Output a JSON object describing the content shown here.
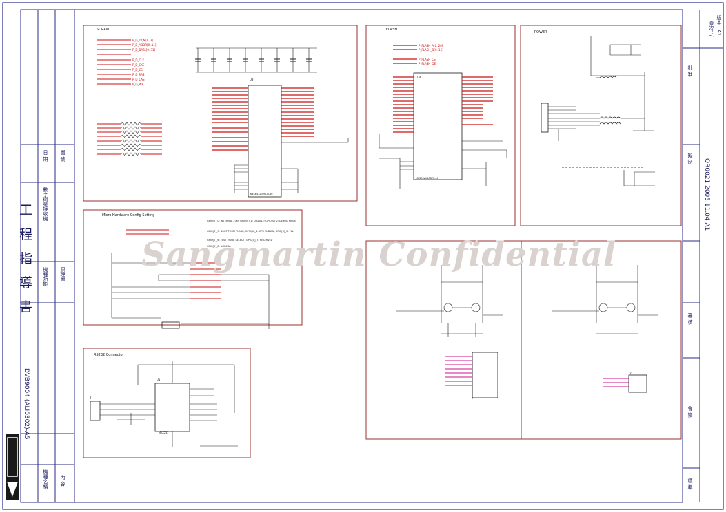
{
  "company": "Sangmartin",
  "watermark": "Sangmartin Confidential",
  "title_block": {
    "doc_type": "工 程 指 導 書",
    "model": "DVB9004 (ALI0302)-A5",
    "document_no": "QR0021  2005.11.04  A1",
    "left_labels": [
      "機種名稱",
      "內  容",
      "機種功能",
      "數字衛星接收機",
      "原理圖",
      "日  期",
      "圖  號"
    ],
    "right_labels": [
      "頁次：/",
      "版本：A1",
      "擬 制",
      "審 核",
      "批 准",
      "標 準",
      "會 簽"
    ]
  },
  "sections": {
    "sdram": "SDRAM",
    "flash": "FLASH",
    "power": "POWER",
    "config": "Micro Hardware Config Setting",
    "connector": "RS232 Connector",
    "u3": "U3",
    "u4": "U4",
    "u5": "U5",
    "j1": "J1",
    "j2": "J2"
  },
  "part_values": {
    "sdram_chip": "K4S643232H-TC60",
    "flash_chip": "MX29LV160BTC-90",
    "rs232_chip": "MAX232"
  },
  "colors": {
    "frame": "#2b2b8a",
    "panel": "#9b3030",
    "wire": "#1a1a1a",
    "net_red": "#cc1111",
    "net_magenta": "#cc1188"
  }
}
